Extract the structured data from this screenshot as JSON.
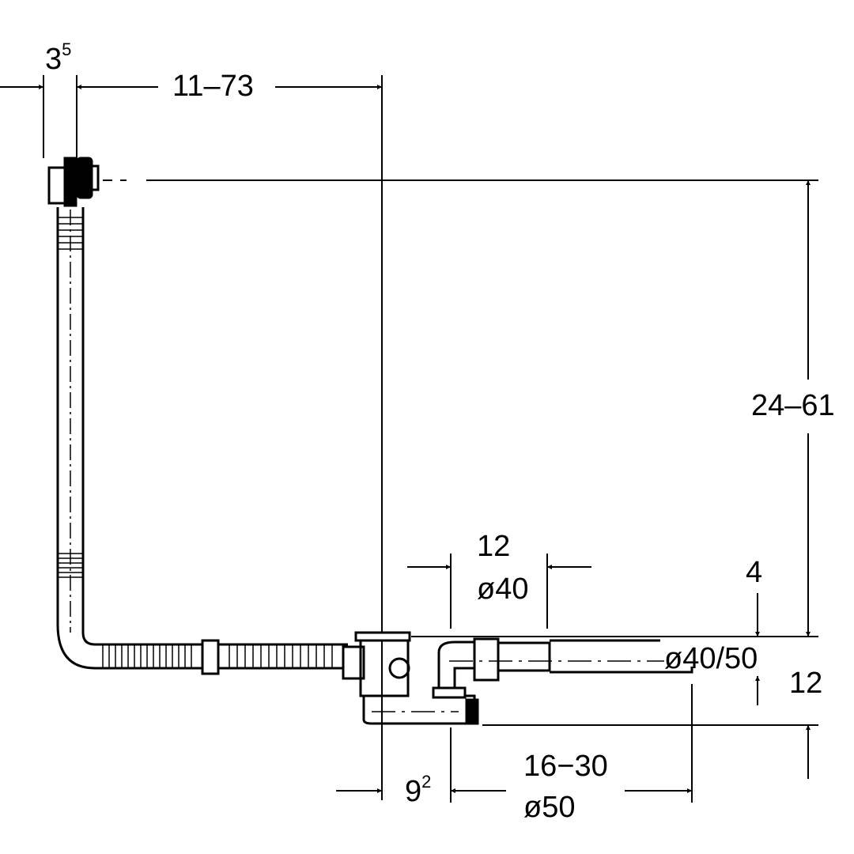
{
  "dimensions": {
    "overflow_offset": {
      "main": "3",
      "sup": "5"
    },
    "overflow_length": "11–73",
    "height_range": "24–61",
    "outlet_gap": "12",
    "outlet_gap_diameter": "ø40",
    "top_offset": "4",
    "outlet_diameter": "ø40/50",
    "bottom_offset": "12",
    "outlet_length": "16−30",
    "outlet_length_diameter": "ø50",
    "waste_offset": {
      "main": "9",
      "sup": "2"
    }
  }
}
